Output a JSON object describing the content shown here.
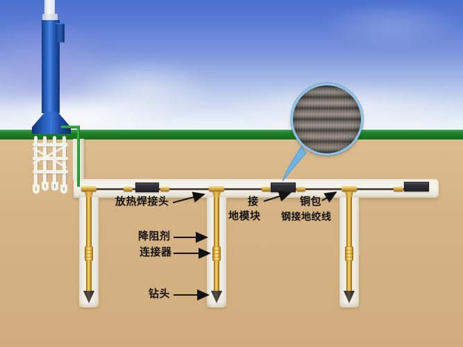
{
  "diagram_type": "grounding-system-installation-illustration",
  "callouts": {
    "weld_joint": {
      "text": "放热焊接头"
    },
    "ground_module": {
      "line1": "接",
      "line2": "地模块"
    },
    "copper_clad_steel_wire": {
      "line1": "铜包",
      "line2": "钢接地绞线"
    },
    "resistance_reducing_agent": {
      "text": "降阻剂"
    },
    "connector": {
      "text": "连接器"
    },
    "drill_bit": {
      "text": "钻头"
    }
  },
  "colors": {
    "sky_top": "#4b70cf",
    "sky_horizon": "#f3f7fa",
    "grass_green": "#1e7e27",
    "soil_tan": "#d5b384",
    "trench_white": "#f3f0e7",
    "rod_gold": "#d9a634",
    "module_dark": "#2d2d32",
    "conductor_wire": "#46403a",
    "lead_wire_green": "#2fb03d",
    "pole_blue": "#2f67c8",
    "magnifier_rim": "#8fc6ea",
    "strand_gray": "#7e766e",
    "label_text": "#121212"
  }
}
